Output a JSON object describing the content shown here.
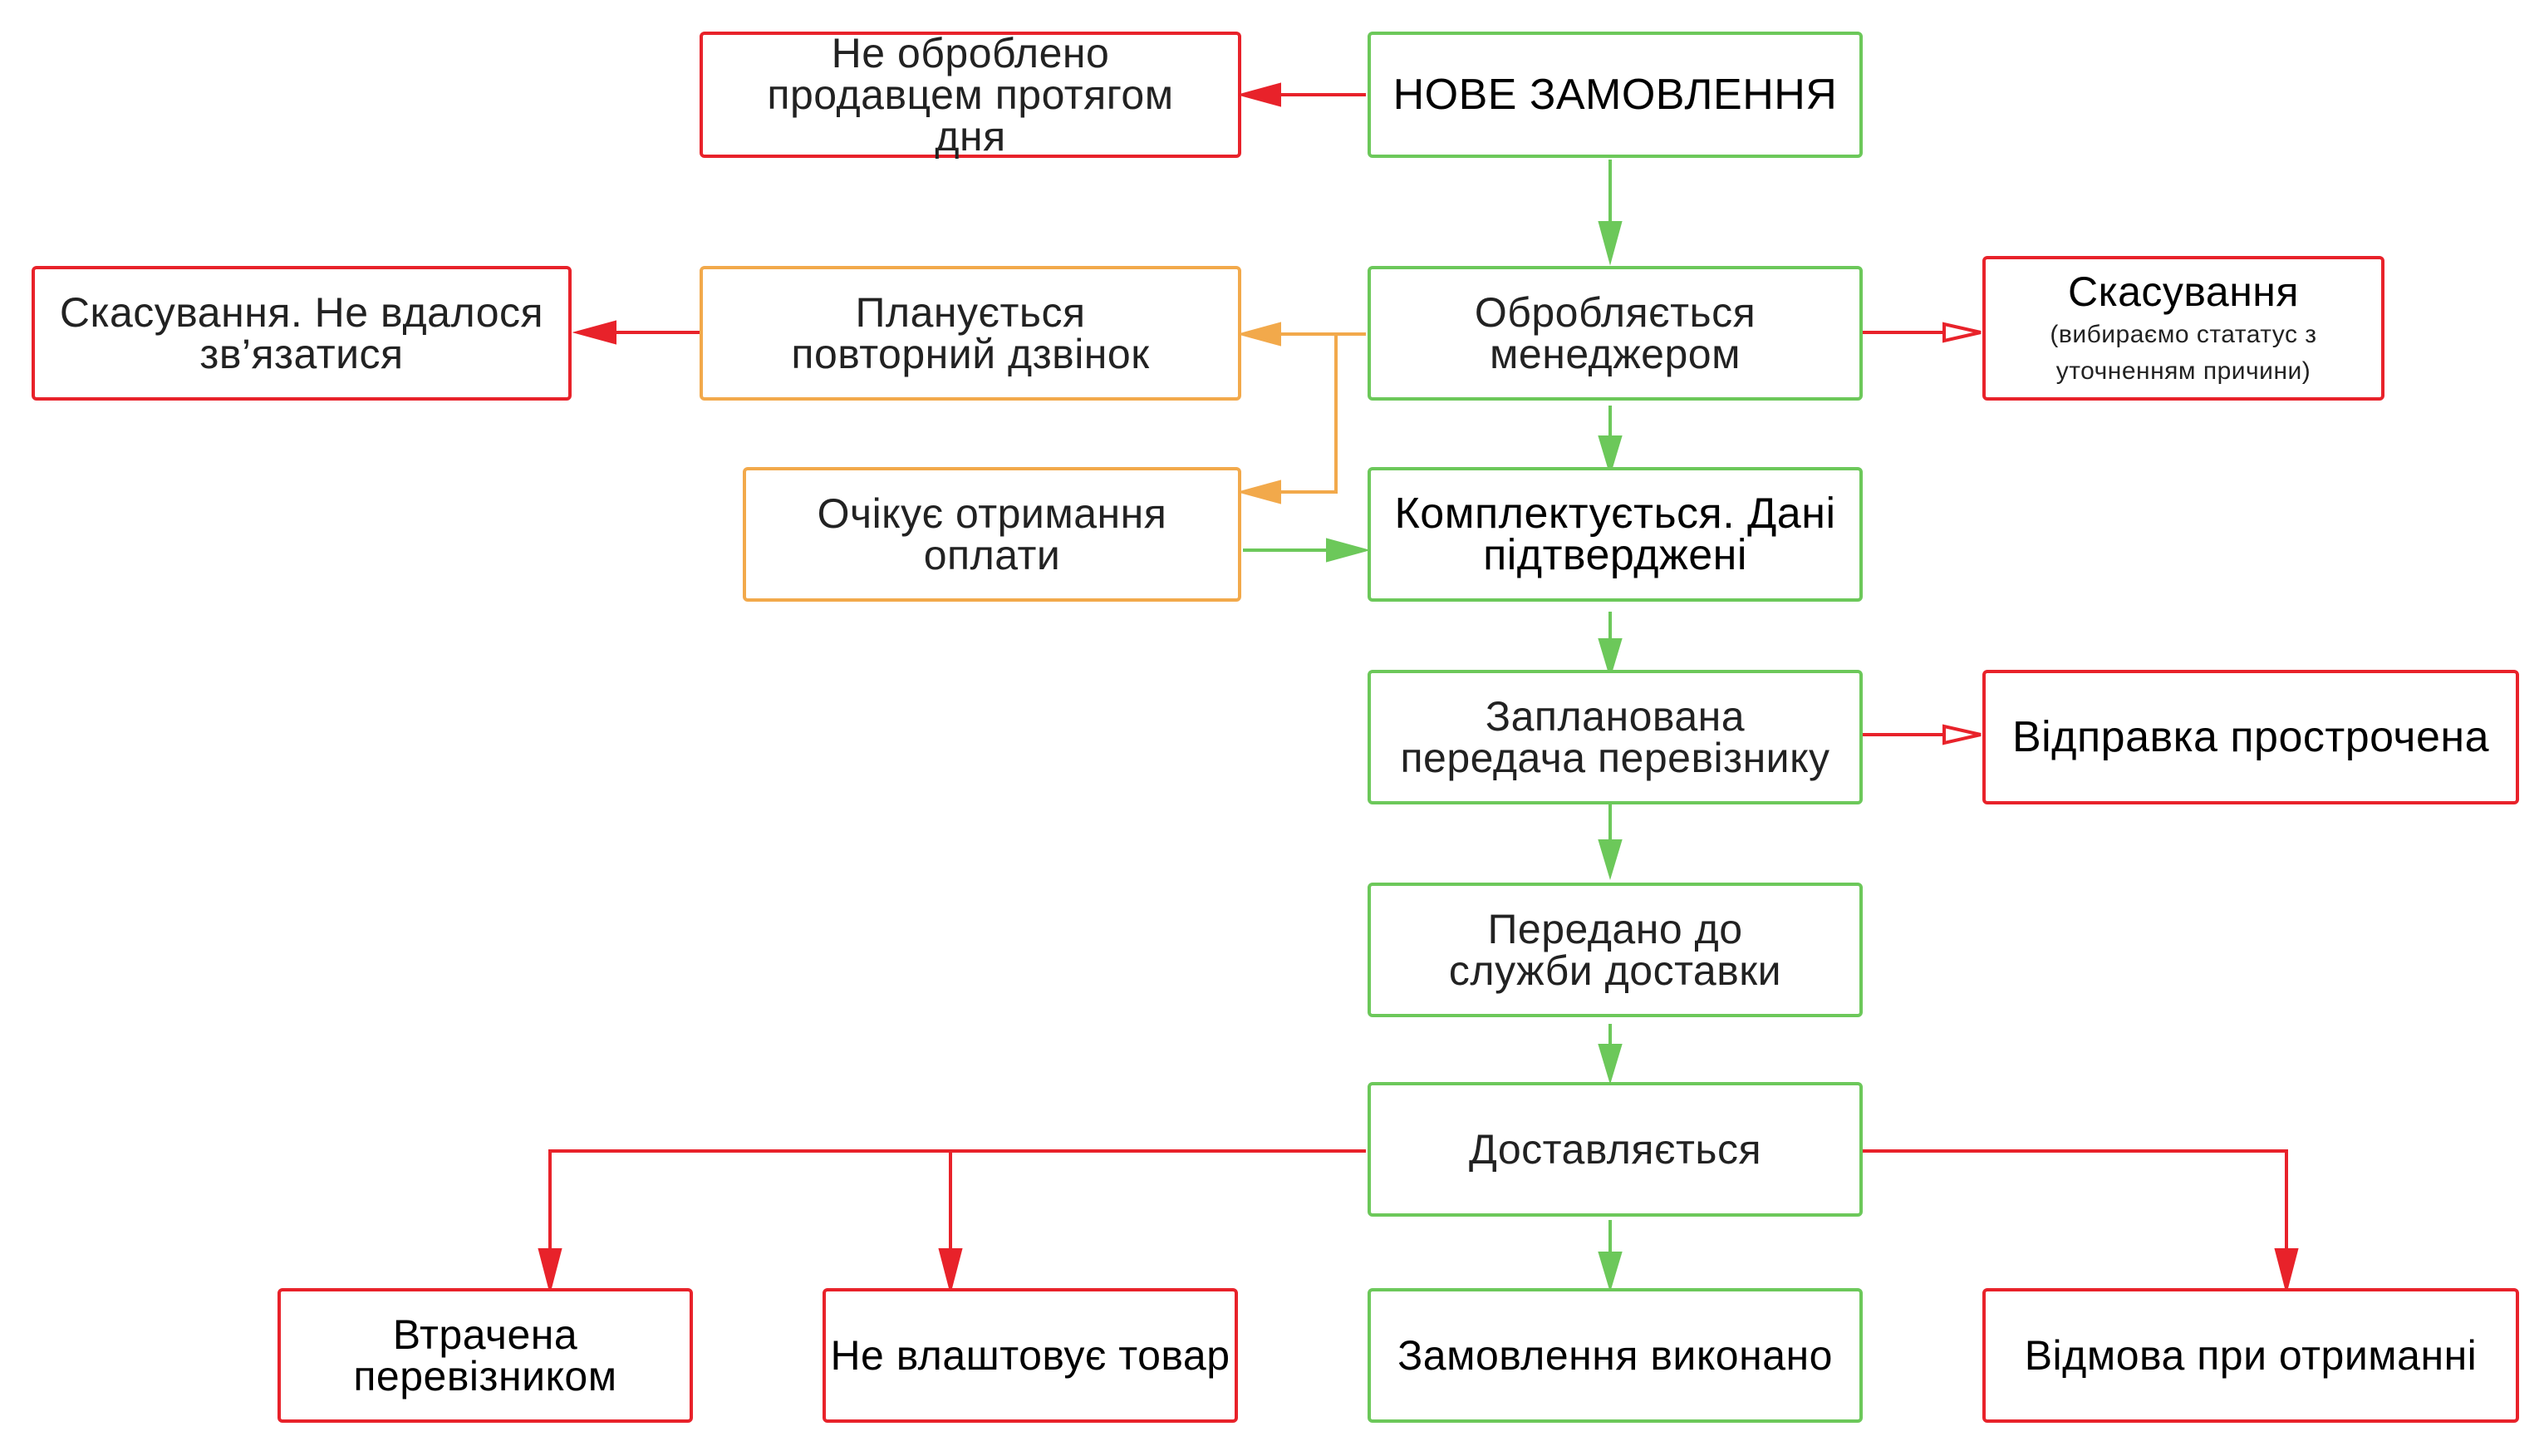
{
  "nodes": {
    "new_order": "НОВЕ ЗАМОВЛЕННЯ",
    "not_processed": "Не оброблено продавцем протягом дня",
    "processing": "Обробляється менеджером",
    "cancel_title": "Скасування",
    "cancel_sub": "(вибираємо стататус з уточненням причини)",
    "callback": "Планується повторний дзвінок",
    "cancel_no_contact": "Скасування. Не вдалося зв’язатися",
    "awaiting_payment": "Очікує отримання оплати",
    "assembling": "Комплектується. Дані підтверджені",
    "planned_transfer": "Запланована передача перевізнику",
    "shipping_overdue": "Відправка прострочена",
    "transferred": "Передано до служби доставки",
    "delivering": "Доставляється",
    "lost": "Втрачена перевізником",
    "not_suitable": "Не влаштовує товар",
    "completed": "Замовлення виконано",
    "refused": "Відмова при отриманні"
  },
  "colors": {
    "green": "#6cc85a",
    "red": "#e8222a",
    "orange": "#f2a94b"
  }
}
